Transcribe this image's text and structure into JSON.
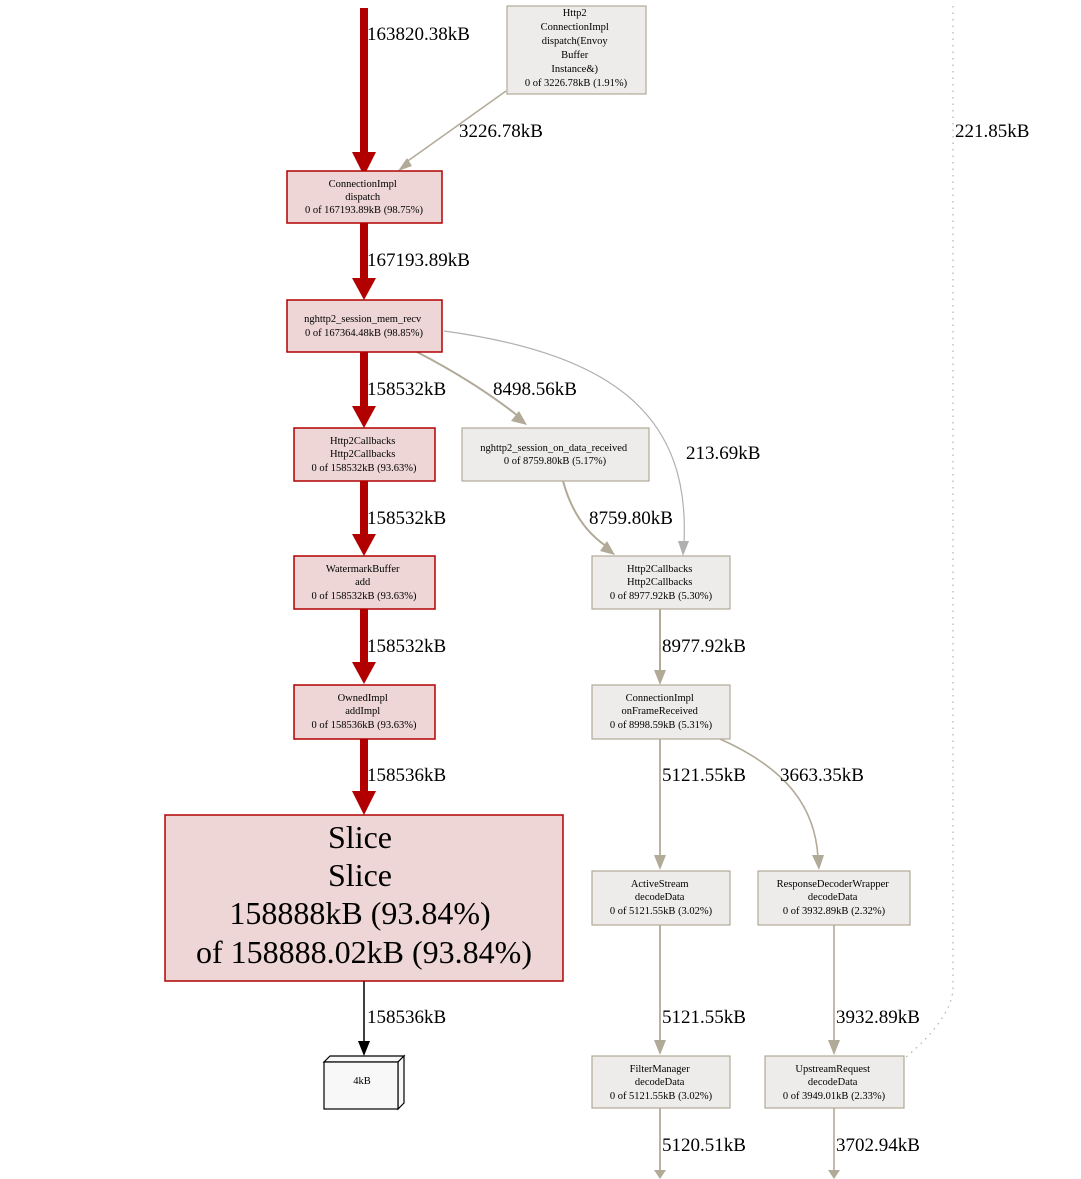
{
  "colors": {
    "hot_fill": "#edd6d5",
    "hot_stroke": "#b20000",
    "hot_edge": "#b20000",
    "cold_fill": "#edecea",
    "cold_stroke": "#b2aa98",
    "cold_edge": "#b2aa98",
    "grey_edge": "#b0b0b0",
    "box_fill": "#f8f8f8"
  },
  "nodes": {
    "http2_dispatch": [
      "Http2",
      "ConnectionImpl",
      "dispatch(Envoy",
      "Buffer",
      "Instance&)",
      "0 of 3226.78kB (1.91%)"
    ],
    "connection_dispatch": [
      "ConnectionImpl",
      "dispatch",
      "0 of 167193.89kB (98.75%)"
    ],
    "mem_recv": [
      "nghttp2_session_mem_recv",
      "0 of 167364.48kB (98.85%)"
    ],
    "http2callbacks_main": [
      "Http2Callbacks",
      "Http2Callbacks",
      "0 of 158532kB (93.63%)"
    ],
    "on_data_received": [
      "nghttp2_session_on_data_received",
      "0 of 8759.80kB (5.17%)"
    ],
    "watermark_add": [
      "WatermarkBuffer",
      "add",
      "0 of 158532kB (93.63%)"
    ],
    "http2callbacks_side": [
      "Http2Callbacks",
      "Http2Callbacks",
      "0 of 8977.92kB (5.30%)"
    ],
    "owned_addimpl": [
      "OwnedImpl",
      "addImpl",
      "0 of 158536kB (93.63%)"
    ],
    "on_frame_received": [
      "ConnectionImpl",
      "onFrameReceived",
      "0 of 8998.59kB (5.31%)"
    ],
    "slice": [
      "Slice",
      "Slice",
      "158888kB (93.84%)",
      "of 158888.02kB (93.84%)"
    ],
    "active_stream": [
      "ActiveStream",
      "decodeData",
      "0 of 5121.55kB (3.02%)"
    ],
    "response_decoder": [
      "ResponseDecoderWrapper",
      "decodeData",
      "0 of 3932.89kB (2.32%)"
    ],
    "filter_manager": [
      "FilterManager",
      "decodeData",
      "0 of 5121.55kB (3.02%)"
    ],
    "upstream_request": [
      "UpstreamRequest",
      "decodeData",
      "0 of 3949.01kB (2.33%)"
    ],
    "box_4kb": [
      "4kB"
    ]
  },
  "edges": {
    "top_main": "163820.38kB",
    "http2_to_dispatch": "3226.78kB",
    "dotted_right": "221.85kB",
    "dispatch_to_recv": "167193.89kB",
    "recv_to_callbacks": "158532kB",
    "recv_to_on_data": "8498.56kB",
    "recv_to_side_callbacks": "213.69kB",
    "callbacks_to_watermark": "158532kB",
    "on_data_to_side_callbacks": "8759.80kB",
    "watermark_to_owned": "158532kB",
    "side_callbacks_to_frame": "8977.92kB",
    "owned_to_slice": "158536kB",
    "frame_to_active": "5121.55kB",
    "frame_to_response": "3663.35kB",
    "slice_to_box": "158536kB",
    "active_to_filter": "5121.55kB",
    "response_to_upstream": "3932.89kB",
    "filter_out": "5120.51kB",
    "upstream_out": "3702.94kB"
  }
}
